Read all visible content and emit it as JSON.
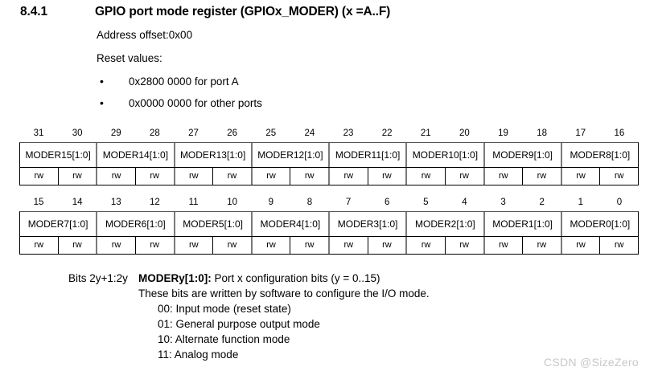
{
  "heading": {
    "number": "8.4.1",
    "title": "GPIO port mode register (GPIOx_MODER) (x =A..F)"
  },
  "intro": {
    "address_offset": "Address offset:0x00",
    "reset_values_label": "Reset values:",
    "reset_values": [
      "0x2800 0000 for port A",
      "0x0000 0000 for other ports"
    ],
    "bullet_glyph": "•"
  },
  "register": {
    "rows": [
      {
        "bits": [
          "31",
          "30",
          "29",
          "28",
          "27",
          "26",
          "25",
          "24",
          "23",
          "22",
          "21",
          "20",
          "19",
          "18",
          "17",
          "16"
        ],
        "fields": [
          "MODER15[1:0]",
          "MODER14[1:0]",
          "MODER13[1:0]",
          "MODER12[1:0]",
          "MODER11[1:0]",
          "MODER10[1:0]",
          "MODER9[1:0]",
          "MODER8[1:0]"
        ],
        "access": [
          "rw",
          "rw",
          "rw",
          "rw",
          "rw",
          "rw",
          "rw",
          "rw",
          "rw",
          "rw",
          "rw",
          "rw",
          "rw",
          "rw",
          "rw",
          "rw"
        ]
      },
      {
        "bits": [
          "15",
          "14",
          "13",
          "12",
          "11",
          "10",
          "9",
          "8",
          "7",
          "6",
          "5",
          "4",
          "3",
          "2",
          "1",
          "0"
        ],
        "fields": [
          "MODER7[1:0]",
          "MODER6[1:0]",
          "MODER5[1:0]",
          "MODER4[1:0]",
          "MODER3[1:0]",
          "MODER2[1:0]",
          "MODER1[1:0]",
          "MODER0[1:0]"
        ],
        "access": [
          "rw",
          "rw",
          "rw",
          "rw",
          "rw",
          "rw",
          "rw",
          "rw",
          "rw",
          "rw",
          "rw",
          "rw",
          "rw",
          "rw",
          "rw",
          "rw"
        ]
      }
    ]
  },
  "bit_description": {
    "bits_label": "Bits 2y+1:2y",
    "field_name": "MODERy[1:0]:",
    "field_desc": " Port x configuration bits (y = 0..15)",
    "detail": "These bits are written by software to configure the I/O mode.",
    "modes": [
      "00: Input mode (reset state)",
      "01: General purpose output mode",
      "10: Alternate function mode",
      "11: Analog mode"
    ]
  },
  "watermark": {
    "text": "CSDN @SizeZero"
  }
}
